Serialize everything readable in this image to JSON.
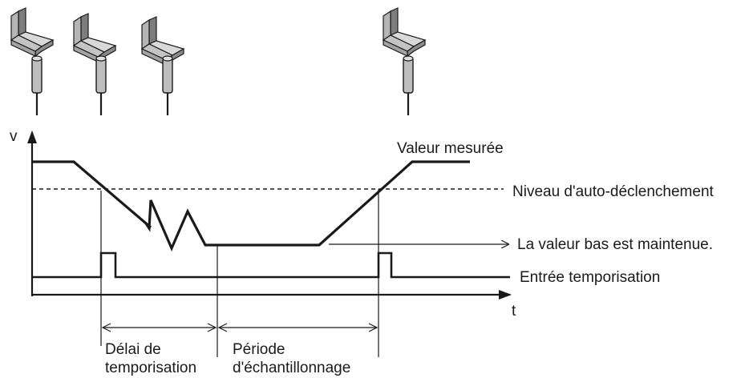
{
  "axes": {
    "y_label": "v",
    "x_label": "t"
  },
  "labels": {
    "measured_value": "Valeur mesurée",
    "self_trigger_level": "Niveau d'auto-déclenchement",
    "low_value_held": "La valeur bas est maintenue.",
    "timing_input": "Entrée temporisation"
  },
  "intervals": {
    "timing_delay": {
      "line1": "Délai de",
      "line2": "temporisation"
    },
    "sampling_period": {
      "line1": "Période",
      "line2": "d'échantillonnage"
    }
  },
  "icons": {
    "workpiece": "l-bracket-workpiece-icon",
    "sensor": "proximity-sensor-icon"
  },
  "colors": {
    "line": "#1a1a1a",
    "workpiece_top": "#cfcfcf",
    "workpiece_side": "#9a9a9a",
    "sensor_body": "#bdbdbd"
  }
}
